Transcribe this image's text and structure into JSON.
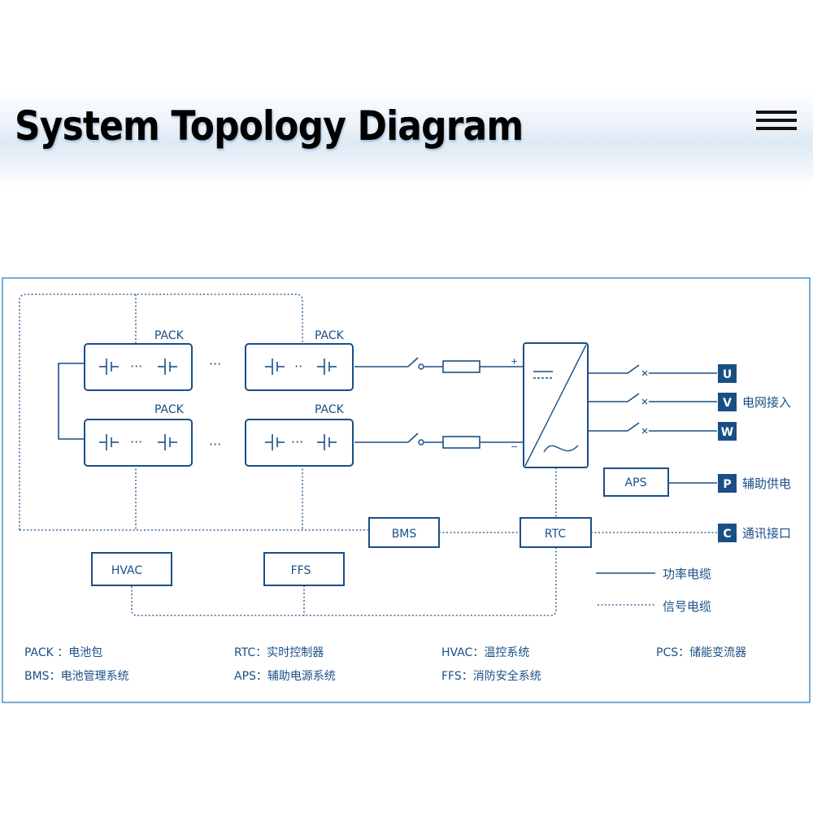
{
  "header": {
    "title": "System Topology Diagram"
  },
  "diagram": {
    "pack_label": "PACK",
    "bms_label": "BMS",
    "rtc_label": "RTC",
    "aps_label": "APS",
    "hvac_label": "HVAC",
    "ffs_label": "FFS",
    "ellipsis": "···",
    "battery_dots": "···",
    "battery_dots_short": "··",
    "plus": "+",
    "minus": "−",
    "terminals": [
      {
        "letter": "U",
        "caption": ""
      },
      {
        "letter": "V",
        "caption": "电网接入"
      },
      {
        "letter": "W",
        "caption": ""
      },
      {
        "letter": "P",
        "caption": "辅助供电"
      },
      {
        "letter": "C",
        "caption": "通讯接口"
      }
    ],
    "legend": {
      "power": "功率电缆",
      "signal": "信号电缆"
    },
    "colors": {
      "line": "#1a4f86",
      "frame": "#4a90c8"
    }
  },
  "glossary": [
    "PACK ：电池包",
    "RTC：实时控制器",
    "HVAC：温控系统",
    "PCS：储能变流器",
    "BMS：电池管理系统",
    "APS：辅助电源系统",
    "FFS：消防安全系统"
  ]
}
